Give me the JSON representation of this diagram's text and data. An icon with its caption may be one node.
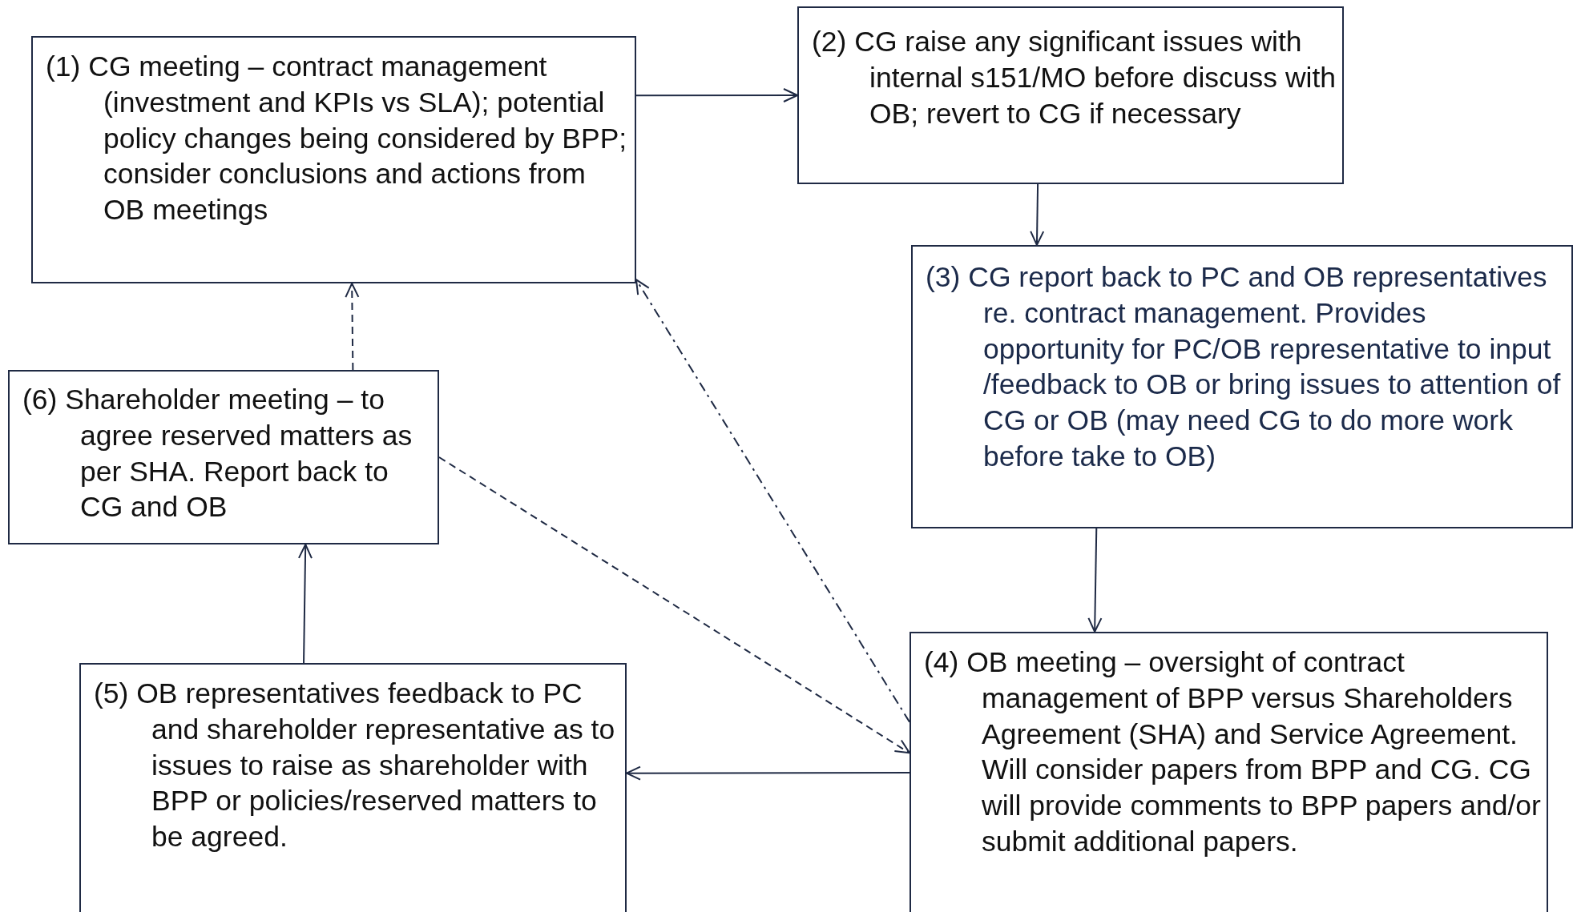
{
  "diagram": {
    "nodes": [
      {
        "text": [
          "(1)  CG meeting – contract management (investment and KPIs vs SLA); potential policy changes being considered by BPP; consider conclusions and actions from OB meetings"
        ]
      },
      {
        "text": [
          "(2)  CG raise any significant issues with internal s151/MO before discuss with OB; revert to CG if necessary"
        ]
      },
      {
        "text": [
          "(3)  CG report back to PC and OB representatives re. contract management. Provides opportunity for PC/OB representative to input /feedback to OB or bring issues to attention of CG or OB (may need CG to do more work before take to OB)"
        ]
      },
      {
        "text": [
          "(4)  OB meeting – oversight of contract management of BPP versus Shareholders Agreement (SHA) and Service Agreement.  Will consider papers from BPP and CG.  CG will provide comments to BPP papers and/or submit additional papers."
        ]
      },
      {
        "text": [
          "(5)  OB representatives feedback to PC and shareholder representative as to issues to raise as shareholder with BPP or policies/reserved matters to be agreed."
        ]
      },
      {
        "text": [
          "(6)  Shareholder meeting – to agree reserved matters as per SHA. Report back to CG and OB"
        ]
      }
    ],
    "edges": [
      {
        "from": 0,
        "to": 1,
        "arrow": "to"
      },
      {
        "from": 1,
        "to": 2,
        "arrow": "to"
      },
      {
        "from": 2,
        "to": 3,
        "arrow": "to"
      },
      {
        "from": 3,
        "to": 4,
        "arrow": "to"
      },
      {
        "from": 4,
        "to": 5,
        "arrow": "to"
      },
      {
        "from": 5,
        "to": 0,
        "arrow": "to",
        "style": "dashed"
      },
      {
        "from": 5,
        "to": 3,
        "arrow": "to",
        "style": "dashed"
      },
      {
        "from": 3,
        "to": 0,
        "arrow": "to",
        "style": "dashed"
      }
    ]
  }
}
